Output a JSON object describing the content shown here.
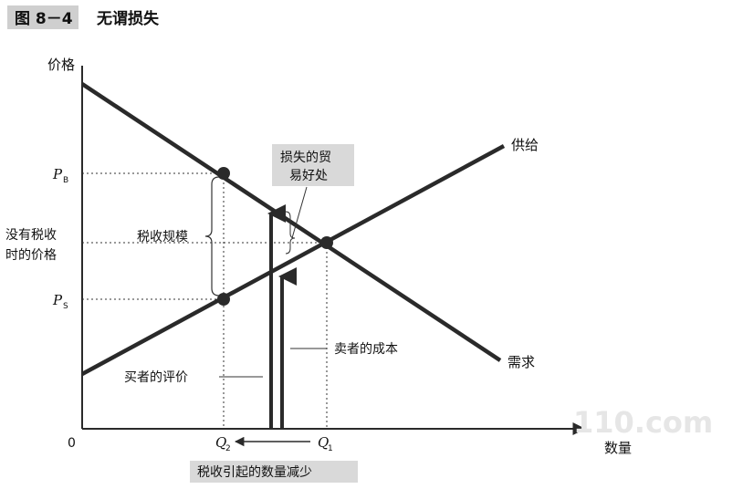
{
  "figure": {
    "number": "图 8－4",
    "title": "无谓损失"
  },
  "axes": {
    "y_label": "价格",
    "x_label": "数量",
    "origin": "0"
  },
  "price_ticks": {
    "pb": "P",
    "pb_sub": "B",
    "no_tax_line1": "没有税收",
    "no_tax_line2": "时的价格",
    "ps": "P",
    "ps_sub": "S"
  },
  "qty_ticks": {
    "q2": "Q",
    "q2_sub": "2",
    "q1": "Q",
    "q1_sub": "1"
  },
  "curves": {
    "supply": "供给",
    "demand": "需求"
  },
  "annotations": {
    "tax_size": "税收规模",
    "lost_gains_line1": "损失的贸",
    "lost_gains_line2": "易好处",
    "seller_cost": "卖者的成本",
    "buyer_value": "买者的评价",
    "quantity_reduction": "税收引起的数量减少"
  },
  "watermark": "110.com",
  "colors": {
    "line": "#2a2a2a",
    "label_box": "#d9d9d9",
    "title_box": "#cfcfcf"
  }
}
